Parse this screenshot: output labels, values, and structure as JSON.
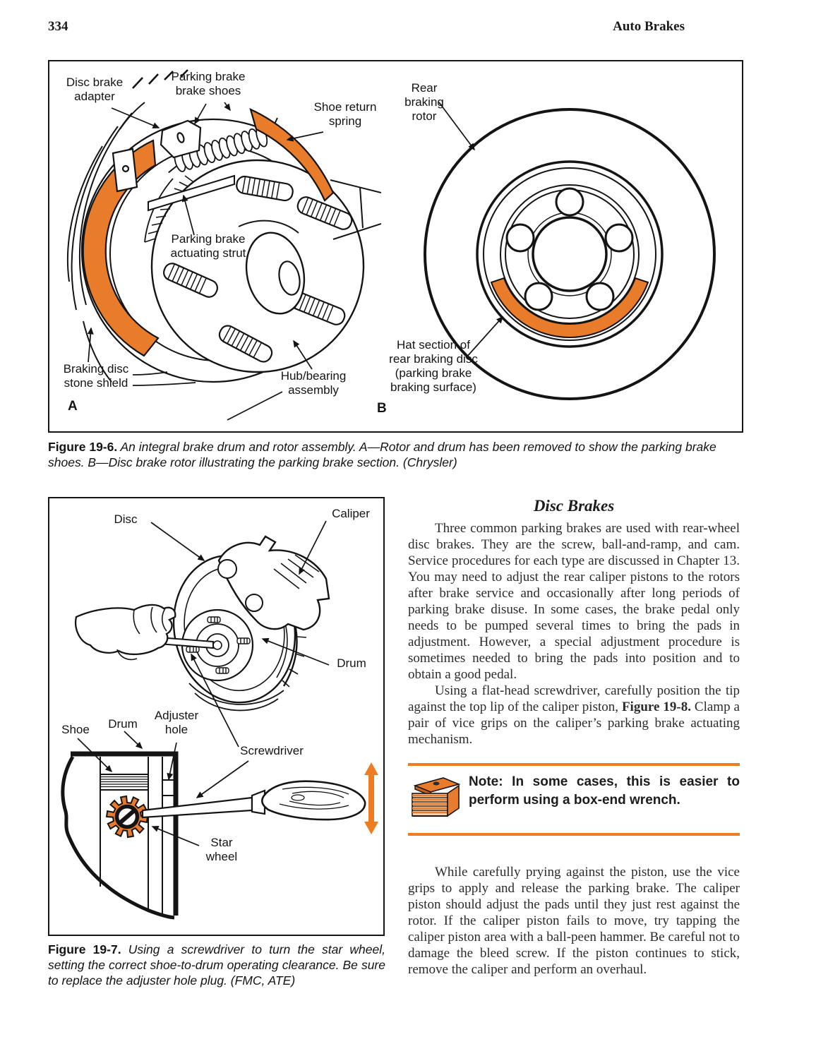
{
  "page": {
    "number": "334",
    "running_head": "Auto Brakes"
  },
  "colors": {
    "accent_orange": "#e97c2a",
    "rule_orange": "#f07c22",
    "ink": "#141414"
  },
  "figure6": {
    "panelA": {
      "adapter": "Disc brake\nadapter",
      "shoes": "Parking brake\nbrake shoes",
      "spring": "Shoe return\nspring",
      "strut": "Parking brake\nactuating strut",
      "shield": "Braking disc\nstone shield",
      "hub": "Hub/bearing\nassembly",
      "letter": "A"
    },
    "panelB": {
      "rotor": "Rear\nbraking\nrotor",
      "hat": "Hat section of\nrear braking disc\n(parking brake\nbraking surface)",
      "letter": "B"
    },
    "caption_label": "Figure 19-6.",
    "caption_text": " An integral brake drum and rotor assembly. A—Rotor and drum has been removed to show the parking brake shoes. B—Disc brake rotor illustrating the parking brake section. (Chrysler)"
  },
  "figure7": {
    "labels": {
      "disc": "Disc",
      "caliper": "Caliper",
      "drum_upper": "Drum",
      "shoe": "Shoe",
      "drum_lower": "Drum",
      "adjuster": "Adjuster\nhole",
      "screwdriver": "Screwdriver",
      "star_wheel": "Star\nwheel"
    },
    "caption_label": "Figure 19-7.",
    "caption_text": " Using a screwdriver to turn the star wheel, setting the correct shoe-to-drum operating clearance. Be sure to replace the adjuster hole plug. (FMC, ATE)"
  },
  "article": {
    "heading": "Disc Brakes",
    "p1": "Three common parking brakes are used with rear-wheel disc brakes. They are the screw, ball-and-ramp, and cam. Service procedures for each type are discussed in Chapter 13. You may need to adjust the rear caliper pistons to the rotors after brake service and occasionally after long periods of parking brake disuse. In some cases, the brake pedal only needs to be pumped several times to bring the pads in adjustment. However, a special adjustment procedure is sometimes needed to bring the pads into position and to obtain a good pedal.",
    "p2_before": "Using a flat-head screwdriver, carefully position the tip against the top lip of the caliper piston, ",
    "p2_figref": "Figure 19-8.",
    "p2_after": " Clamp a pair of vice grips on the caliper’s parking brake actuating mechanism.",
    "note": {
      "icon": "toolbox-icon",
      "text": "Note: In some cases, this is easier to perform using a box-end wrench."
    },
    "p3": "While carefully prying against the piston, use the vice grips to apply and release the parking brake. The caliper piston should adjust the pads until they just rest against the rotor. If the caliper piston fails to move, try tapping the caliper piston area with a ball-peen hammer. Be careful not to damage the bleed screw. If the piston continues to stick, remove the caliper and perform an overhaul."
  }
}
